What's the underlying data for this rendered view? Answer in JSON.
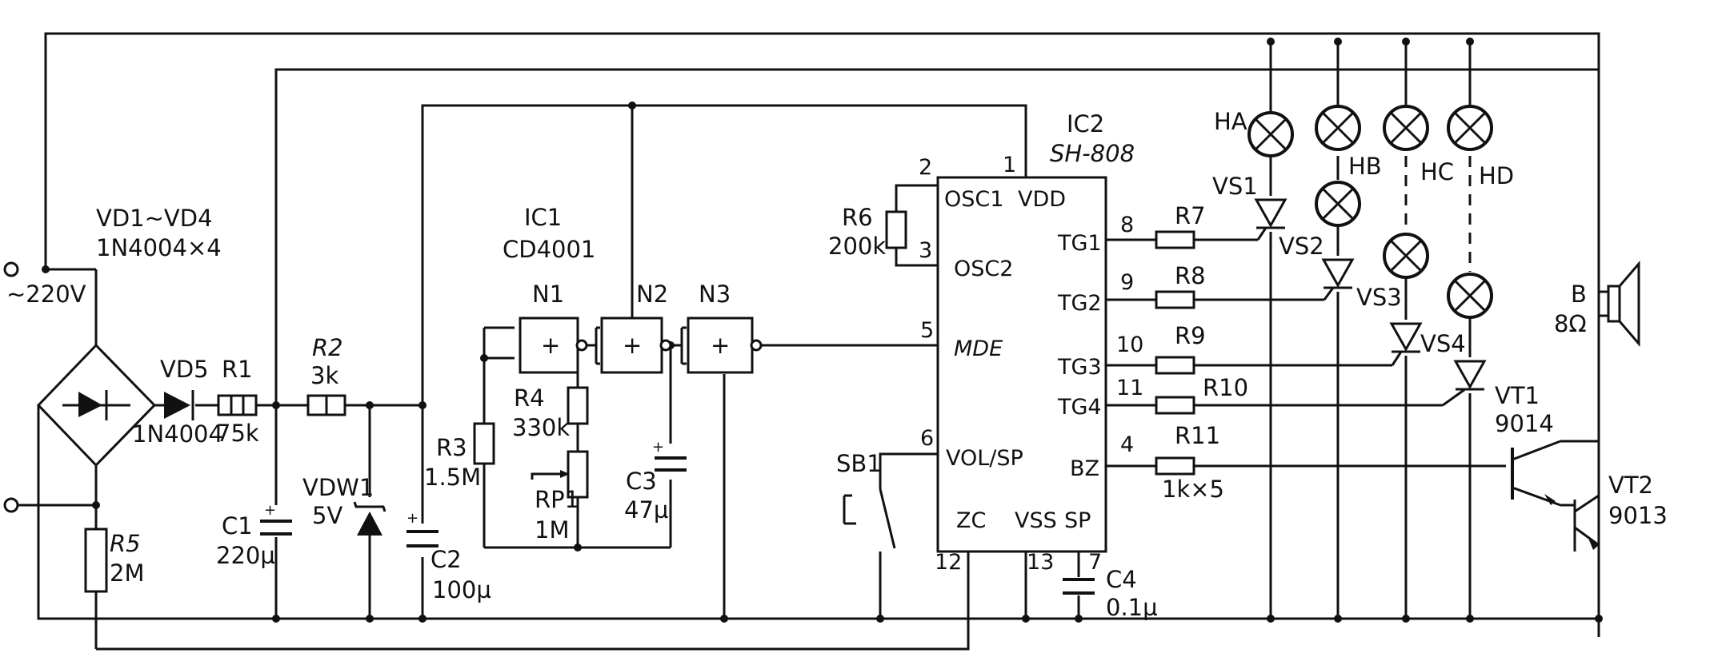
{
  "diagram": {
    "terminal_ac": "~220V",
    "bridge": {
      "ref": "VD1~VD4",
      "part": "1N4004×4"
    },
    "vd5": {
      "ref": "VD5",
      "part": "1N4004"
    },
    "r1": {
      "ref": "R1",
      "value": "75k"
    },
    "r2": {
      "ref": "R2",
      "value": "3k"
    },
    "r5": {
      "ref": "R5",
      "value": "2M"
    },
    "c1": {
      "ref": "C1",
      "value": "220µ"
    },
    "vdw1": {
      "ref": "VDW1",
      "value": "5V"
    },
    "c2": {
      "ref": "C2",
      "value": "100µ"
    },
    "r3": {
      "ref": "R3",
      "value": "1.5M"
    },
    "ic1": {
      "ref": "IC1",
      "part": "CD4001"
    },
    "n1": "N1",
    "n2": "N2",
    "n3": "N3",
    "r4": {
      "ref": "R4",
      "value": "330k"
    },
    "rp1": {
      "ref": "RP1",
      "value": "1M"
    },
    "c3": {
      "ref": "C3",
      "value": "47µ"
    },
    "r6": {
      "ref": "R6",
      "value": "200k"
    },
    "ic2": {
      "ref": "IC2",
      "part": "SH-808"
    },
    "ic2_pins": {
      "osc1": "OSC1",
      "vdd": "VDD",
      "osc2": "OSC2",
      "mde": "MDE",
      "volsp": "VOL/SP",
      "zc": "ZC",
      "vss": "VSS",
      "sp": "SP",
      "tg1": "TG1",
      "tg2": "TG2",
      "tg3": "TG3",
      "tg4": "TG4",
      "bz": "BZ",
      "n1": "1",
      "n2": "2",
      "n3": "3",
      "n5": "5",
      "n6": "6",
      "n8": "8",
      "n9": "9",
      "n10": "10",
      "n11": "11",
      "n4": "4",
      "n12": "12",
      "n13": "13",
      "n7": "7"
    },
    "sb1": "SB1",
    "c4": {
      "ref": "C4",
      "value": "0.1µ"
    },
    "r7": "R7",
    "r8": "R8",
    "r9": "R9",
    "r10": "R10",
    "r11": "R11",
    "r_value": "1k×5",
    "vs1": "VS1",
    "vs2": "VS2",
    "vs3": "VS3",
    "vs4": "VS4",
    "ha": "HA",
    "hb": "HB",
    "hc": "HC",
    "hd": "HD",
    "vt1": {
      "ref": "VT1",
      "part": "9014"
    },
    "vt2": {
      "ref": "VT2",
      "part": "9013"
    },
    "speaker": {
      "ref": "B",
      "value": "8Ω"
    }
  }
}
